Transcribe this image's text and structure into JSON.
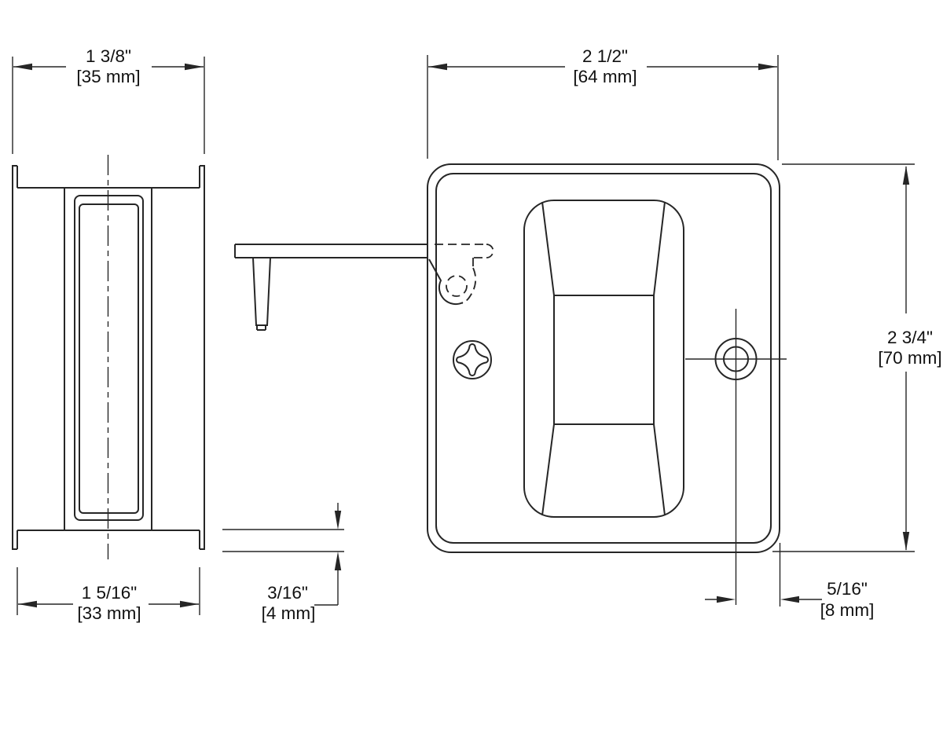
{
  "drawing": {
    "background_color": "#ffffff",
    "line_color": "#262626",
    "dimensions": {
      "side_view_outer_width": {
        "inches": "1 3/8\"",
        "mm": "[35 mm]"
      },
      "front_plate_width": {
        "inches": "2 1/2\"",
        "mm": "[64 mm]"
      },
      "front_plate_height": {
        "inches": "2 3/4\"",
        "mm": "[70 mm]"
      },
      "side_view_inner_width": {
        "inches": "1 5/16\"",
        "mm": "[33 mm]"
      },
      "flange_lip_depth": {
        "inches": "3/16\"",
        "mm": "[4 mm]"
      },
      "pin_edge_offset": {
        "inches": "5/16\"",
        "mm": "[8 mm]"
      }
    }
  }
}
